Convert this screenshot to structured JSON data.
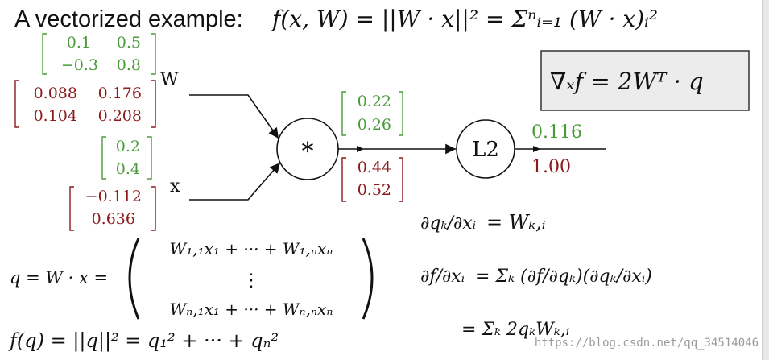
{
  "title": {
    "text": "A vectorized example:",
    "formula": "f(x, W) = ||W · x||² = Σⁿᵢ₌₁ (W · x)ᵢ²"
  },
  "gradient_box": "∇ₓf = 2Wᵀ · q",
  "inputs": {
    "W": {
      "label": "W",
      "values": [
        "0.1",
        "0.5",
        "−0.3",
        "0.8"
      ],
      "grads": [
        "0.088",
        "0.176",
        "0.104",
        "0.208"
      ]
    },
    "x": {
      "label": "x",
      "values": [
        "0.2",
        "0.4"
      ],
      "grads": [
        "−0.112",
        "0.636"
      ]
    }
  },
  "nodes": {
    "mul": "*",
    "l2": "L2"
  },
  "q": {
    "values": [
      "0.22",
      "0.26"
    ],
    "grads": [
      "0.44",
      "0.52"
    ]
  },
  "output": {
    "value": "0.116",
    "grad": "1.00"
  },
  "equations": {
    "q_def": "q = W · x =",
    "matrix": [
      "W₁,₁x₁ + ··· + W₁,ₙxₙ",
      "⋮",
      "Wₙ,₁x₁ + ··· + Wₙ,ₙxₙ"
    ],
    "f_def": "f(q) = ||q||² = q₁² + ··· + qₙ²",
    "dq_dx_lhs": "∂qₖ/∂xᵢ",
    "dq_dx_rhs": "= Wₖ,ᵢ",
    "df_dx_lhs": "∂f/∂xᵢ",
    "df_dx_rhs1": "= Σₖ (∂f/∂qₖ)(∂qₖ/∂xᵢ)",
    "df_dx_rhs2": "= Σₖ 2qₖWₖ,ᵢ"
  },
  "watermark": "https://blog.csdn.net/qq_34514046",
  "colors": {
    "value": "#4a9a3a",
    "grad": "#8b1a1a",
    "ink": "#111111",
    "box_bg": "#ececec"
  }
}
